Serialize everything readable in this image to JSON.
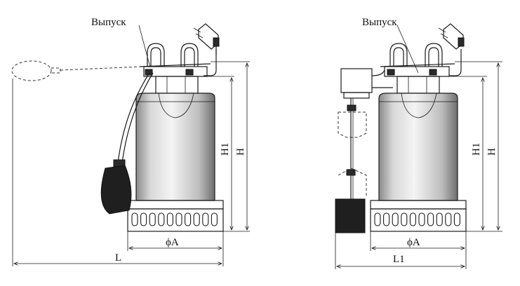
{
  "labels": {
    "left_outlet": "Выпуск",
    "right_outlet": "Выпуск",
    "left_h1": "H1",
    "left_h": "H",
    "right_h1": "H1",
    "right_h": "H",
    "left_diameter": "ϕA",
    "right_diameter": "ϕA",
    "left_length": "L",
    "right_length": "L1"
  },
  "colors": {
    "line": "#1a1a1a",
    "metal_light": "#e6e6e6",
    "metal_dark": "#7a7a7a",
    "background": "#ffffff"
  }
}
